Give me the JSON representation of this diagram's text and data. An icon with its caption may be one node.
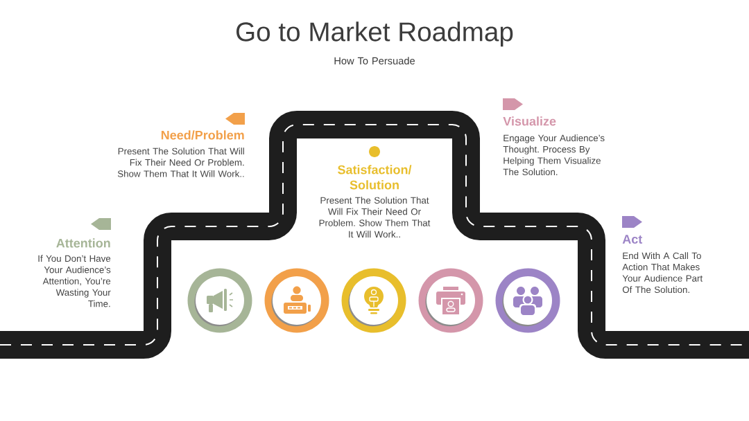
{
  "diagram": {
    "title": "Go to Market Roadmap",
    "nodes": [
      {
        "text": [],
        "shape": "circle"
      },
      {
        "text": [],
        "shape": "circle"
      },
      {
        "text": [],
        "shape": "circle"
      },
      {
        "text": [],
        "shape": "circle"
      },
      {
        "text": [],
        "shape": "circle"
      }
    ],
    "labels": [
      "How To Persuade",
      "Attention",
      "If You Don’t Have Your Audience’s Attention, You’re Wasting Your Time.",
      "Need/Problem",
      "Present The Solution That Will Fix Their Need Or Problem. Show Them That It Will Work..",
      "Satisfaction/ Solution",
      "Present The Solution That Will Fix Their Need Or Problem. Show Them That It Will Work..",
      "Visualize",
      "Engage Your Audience’s Thought. Process By Helping Them Visualize The Solution.",
      "Act",
      "End With A Call To Action That Makes Your Audience Part Of The Solution."
    ]
  }
}
